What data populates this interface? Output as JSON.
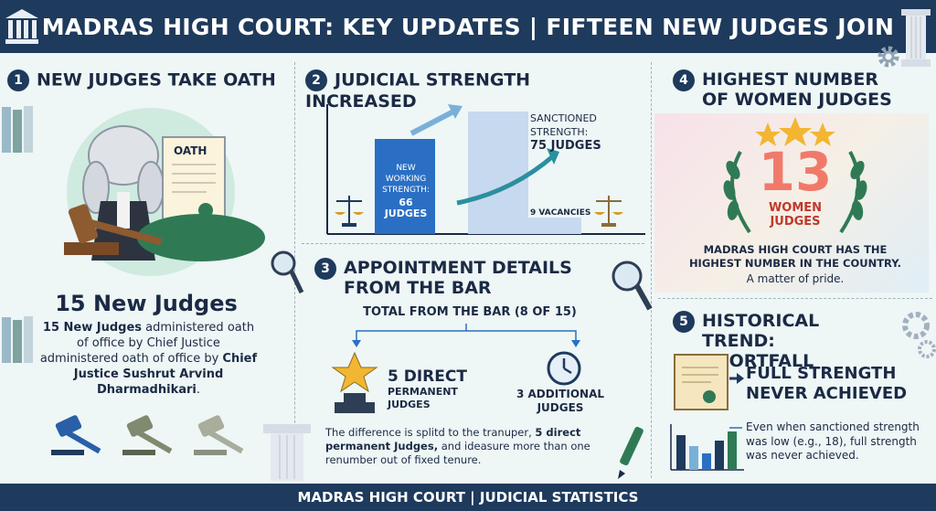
{
  "header": {
    "title": "MADRAS HIGH COURT: KEY UPDATES | FIFTEEN NEW JUDGES JOIN"
  },
  "footer": {
    "text": "MADRAS HIGH COURT | JUDICIAL STATISTICS"
  },
  "panel1": {
    "number": "1",
    "title": "NEW JUDGES TAKE OATH",
    "oath_label": "OATH",
    "headline": "15 New Judges",
    "body_bold_start": "15 New Judges",
    "body_text": " administered oath of office by Chief Justice administered oath of office by ",
    "body_bold_end": "Chief Justice Sushrut Arvind Dharmadhikari",
    "body_end": "."
  },
  "panel2": {
    "number": "2",
    "title": "JUDICIAL STRENGTH INCREASED",
    "working_label": "NEW WORKING STRENGTH:",
    "working_value": "66 JUDGES",
    "sanctioned_label": "SANCTIONED STRENGTH:",
    "sanctioned_value": "75 JUDGES",
    "vacancies": "9 VACANCIES"
  },
  "panel3": {
    "number": "3",
    "title": "APPOINTMENT DETAILS FROM THE BAR",
    "total": "TOTAL FROM THE BAR (8 OF 15)",
    "direct_count": "5 DIRECT",
    "direct_label": "PERMANENT JUDGES",
    "additional": "3 ADDITIONAL JUDGES",
    "desc_start": "The difference is splitd to the tranuper, ",
    "desc_bold": "5 direct permanent Judges,",
    "desc_end": " and ideasure more than one renumber out of fixed tenure."
  },
  "panel4": {
    "number": "4",
    "title": "HIGHEST NUMBER OF WOMEN JUDGES",
    "big_number": "13",
    "big_label": "WOMEN JUDGES",
    "caption": "MADRAS HIGH COURT HAS THE HIGHEST NUMBER IN THE COUNTRY.",
    "pride": "A matter of pride."
  },
  "panel5": {
    "number": "5",
    "title": "HISTORICAL TREND: SHORTFALL",
    "headline": "FULL STRENGTH NEVER ACHIEVED",
    "desc": "Even when sanctioned strength was low (e.g., 18), full strength was never achieved."
  },
  "colors": {
    "navy": "#1e3a5c",
    "blue": "#2a6fc4",
    "lightblue": "#c7d9ee",
    "pink": "#f07a6a",
    "green": "#2f7a55"
  }
}
